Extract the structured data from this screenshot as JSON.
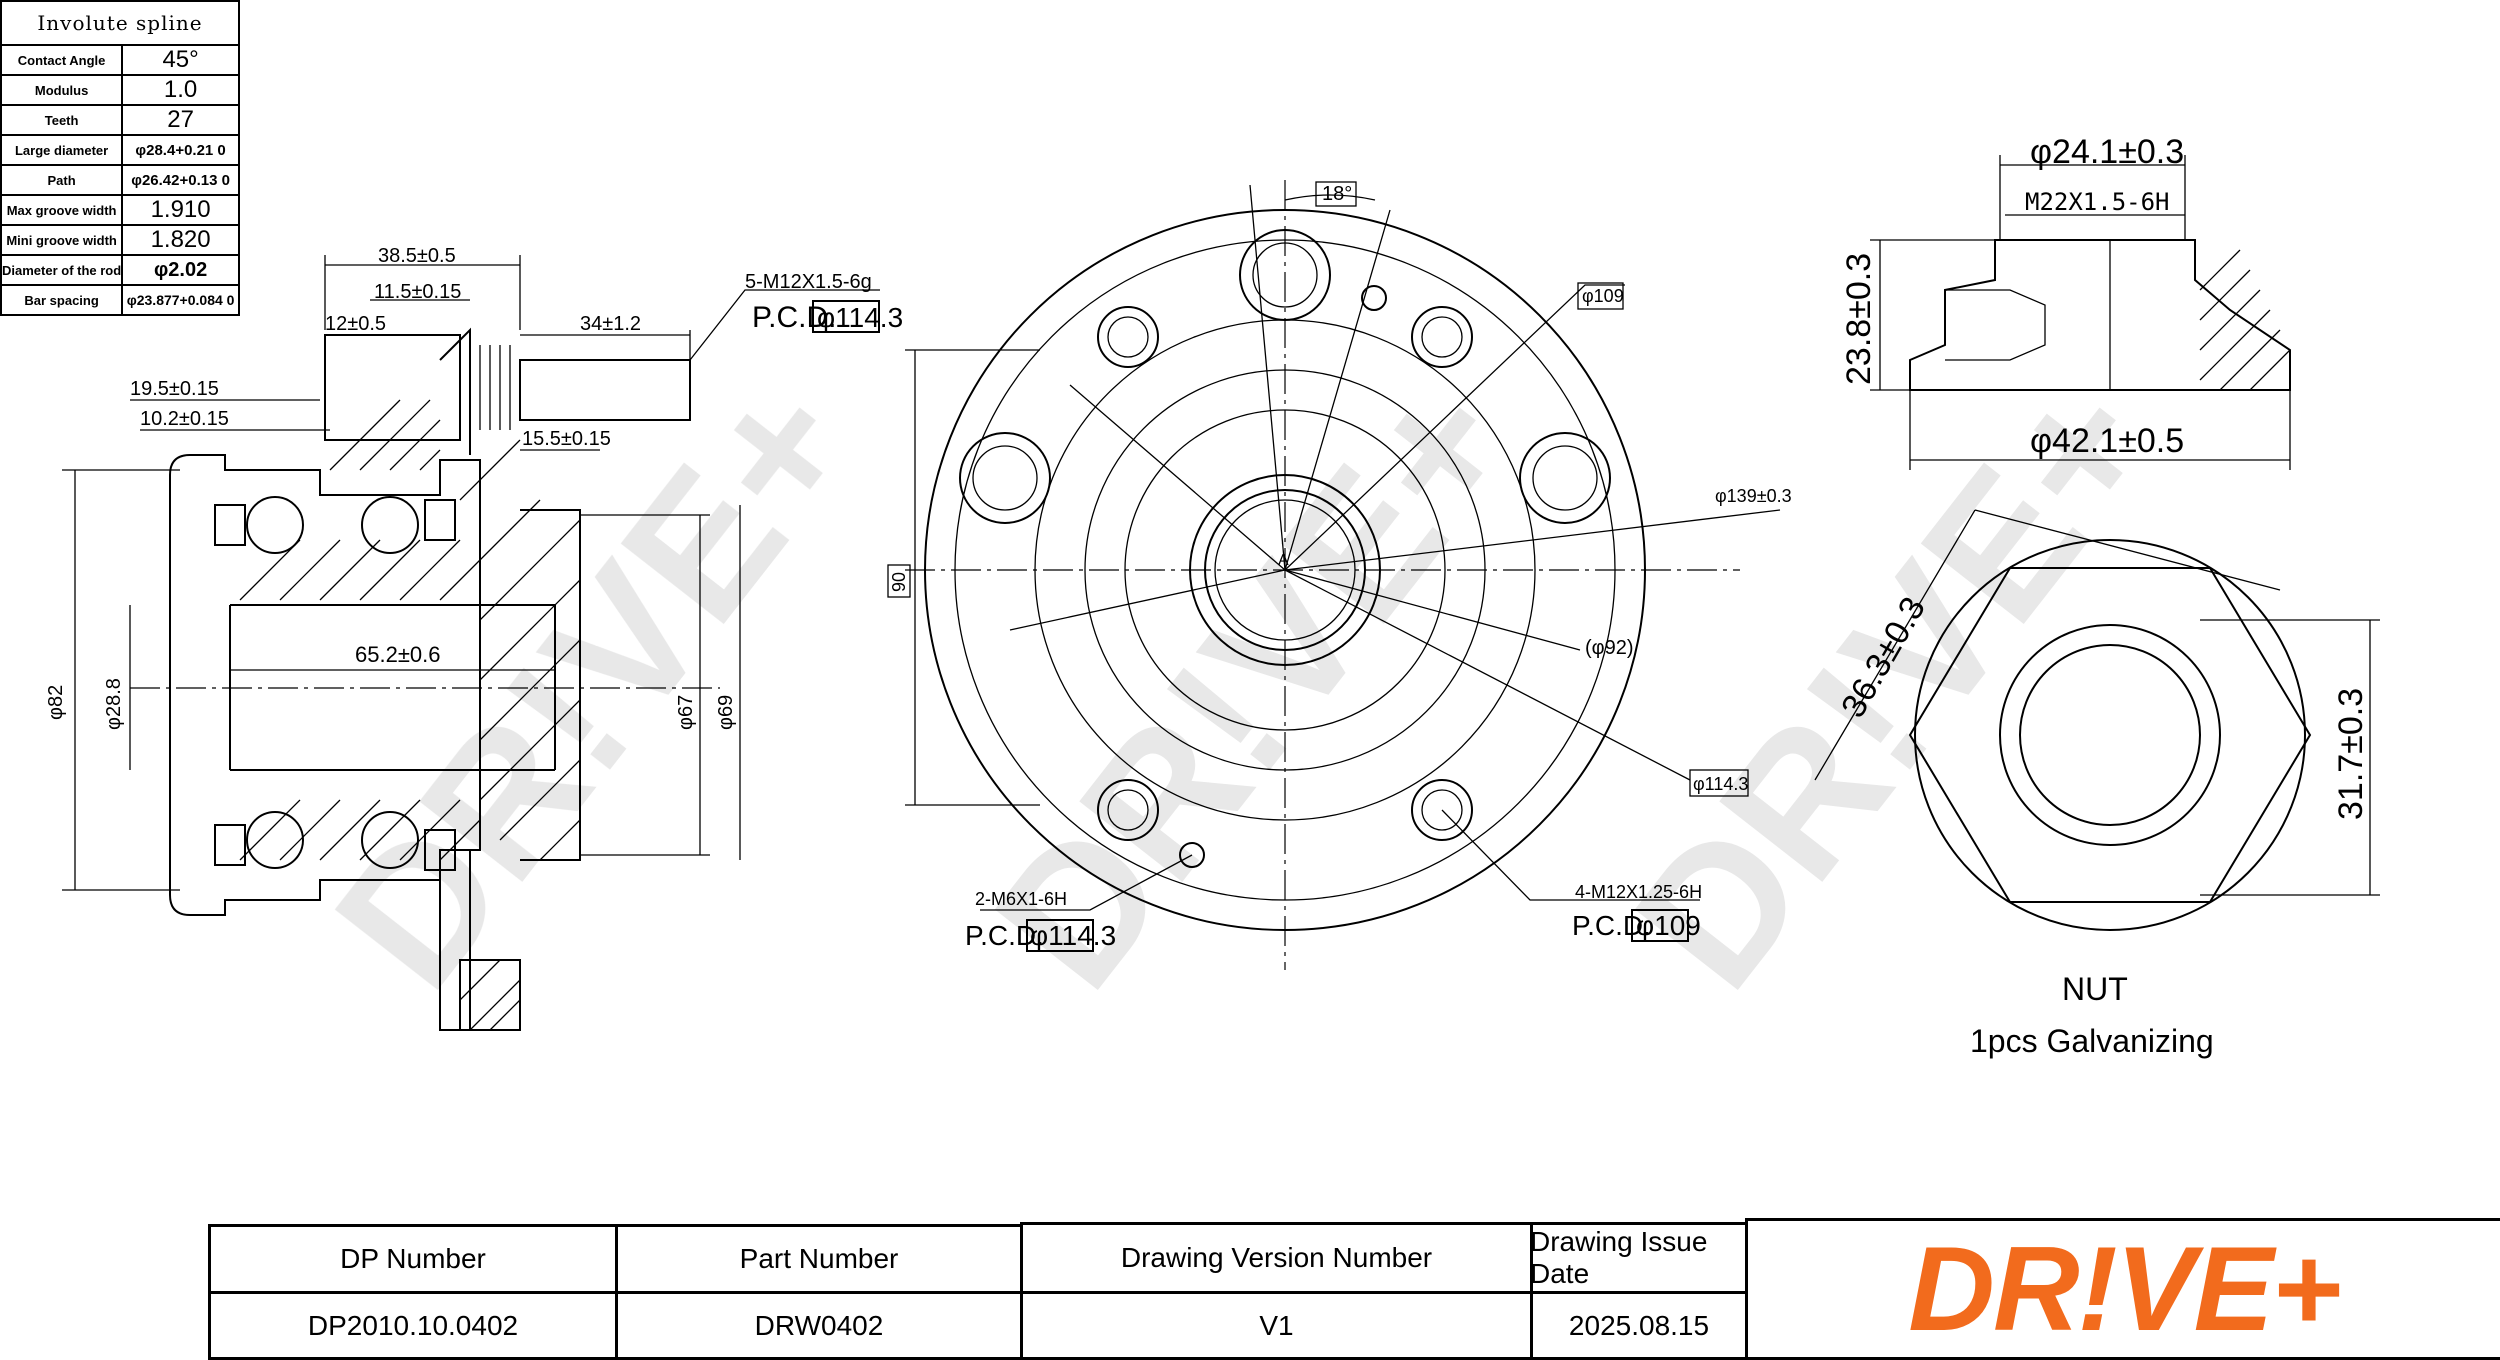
{
  "spline_table": {
    "title": "Involute spline",
    "rows": [
      {
        "key": "Contact Angle",
        "value": "45°"
      },
      {
        "key": "Modulus",
        "value": "1.0"
      },
      {
        "key": "Teeth",
        "value": "27"
      },
      {
        "key": "Large diameter",
        "value": "φ28.4+0.21 0"
      },
      {
        "key": "Path",
        "value": "φ26.42+0.13 0"
      },
      {
        "key": "Max groove width",
        "value": "1.910"
      },
      {
        "key": "Mini groove width",
        "value": "1.820"
      },
      {
        "key": "Diameter of the rod",
        "value": "φ2.02"
      },
      {
        "key": "Bar spacing",
        "value": "φ23.877+0.084 0"
      }
    ]
  },
  "section_view": {
    "dims": {
      "d38": "38.5±0.5",
      "d115": "11.5±0.15",
      "d12": "12±0.5",
      "d34": "34±1.2",
      "d195": "19.5±0.15",
      "d102": "10.2±0.15",
      "d155": "15.5±0.15",
      "d652": "65.2±0.6",
      "phi82": "φ82",
      "phi28": "φ28.8",
      "phi67": "φ67",
      "phi69": "φ69"
    },
    "thread_note": "5-M12X1.5-6g",
    "pcd_label": "P.C.D.",
    "pcd_value": "φ114.3"
  },
  "front_view": {
    "angle": "18°",
    "d109": "φ109",
    "d139": "φ139±0.3",
    "d92": "(φ92)",
    "d1143": "φ114.3",
    "d90": "90",
    "center_mark": "A",
    "bottom_left_note": "2-M6X1-6H",
    "bottom_left_pcd_label": "P.C.D.",
    "bottom_left_pcd_value": "φ114.3",
    "bottom_right_note": "4-M12X1.25-6H",
    "bottom_right_pcd_label": "P.C.D.",
    "bottom_right_pcd_value": "φ109"
  },
  "nut": {
    "d241": "φ24.1±0.3",
    "thread": "M22X1.5-6H",
    "height": "23.8±0.3",
    "d421": "φ42.1±0.5",
    "across_corners": "36.3±0.3",
    "across_flats": "31.7±0.3",
    "label": "NUT",
    "note": "1pcs  Galvanizing"
  },
  "watermark": "DR!VE+",
  "title_block": {
    "headers": [
      "DP Number",
      "Part Number",
      "Drawing Version Number",
      "Drawing Issue Date"
    ],
    "values": [
      "DP2010.10.0402",
      "DRW0402",
      "V1",
      "2025.08.15"
    ],
    "logo": "DR!VE+",
    "logo_color": "#f26b1d"
  }
}
